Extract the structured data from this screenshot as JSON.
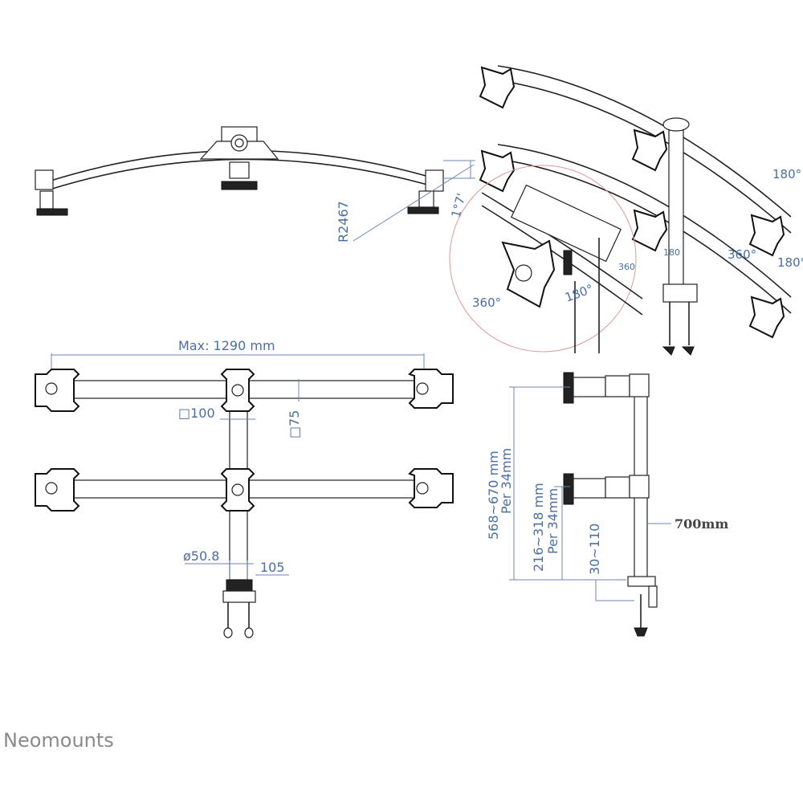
{
  "brand": "Neomounts",
  "dimensions": {
    "radius": "R2467",
    "tilt_small": "1°7'",
    "max_width": "Max: 1290 mm",
    "vesa_100": "□100",
    "vesa_75": "□75",
    "pole_diameter": "ø50.8",
    "offset_105": "105",
    "height_range": "568~670 mm",
    "height_step": "Per 34mm",
    "lower_range": "216~318 mm",
    "lower_step": "Per 34mm",
    "clamp_range": "30~110",
    "pole_length": "700mm"
  },
  "rotation": {
    "swivel_360": "360°",
    "tilt_180": "180°",
    "swivel_360_b": "360°",
    "tilt_180_b": "180°",
    "tilt_180_c": "180°",
    "small_360": "360",
    "small_180": "180"
  }
}
